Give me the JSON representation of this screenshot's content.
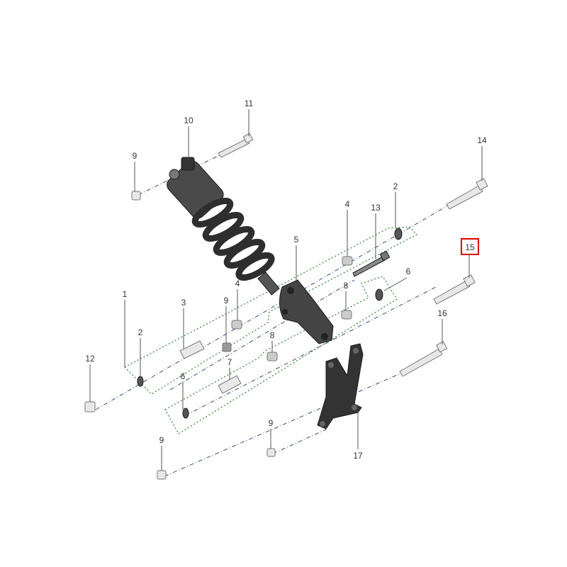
{
  "diagram": {
    "title": "Rear shock absorber and linkage exploded view",
    "highlighted_part": "15",
    "highlight_color": "#e00000",
    "callouts": [
      {
        "id": "c11",
        "label": "11"
      },
      {
        "id": "c10",
        "label": "10"
      },
      {
        "id": "c9a",
        "label": "9"
      },
      {
        "id": "c14",
        "label": "14"
      },
      {
        "id": "c2a",
        "label": "2"
      },
      {
        "id": "c4a",
        "label": "4"
      },
      {
        "id": "c13",
        "label": "13"
      },
      {
        "id": "c5",
        "label": "5"
      },
      {
        "id": "c15",
        "label": "15"
      },
      {
        "id": "c6a",
        "label": "6"
      },
      {
        "id": "c4b",
        "label": "4"
      },
      {
        "id": "c8a",
        "label": "8"
      },
      {
        "id": "c1",
        "label": "1"
      },
      {
        "id": "c3",
        "label": "3"
      },
      {
        "id": "c9b",
        "label": "9"
      },
      {
        "id": "c2b",
        "label": "2"
      },
      {
        "id": "c16",
        "label": "16"
      },
      {
        "id": "c8b",
        "label": "8"
      },
      {
        "id": "c7",
        "label": "7"
      },
      {
        "id": "c6b",
        "label": "6"
      },
      {
        "id": "c12",
        "label": "12"
      },
      {
        "id": "c9c",
        "label": "9"
      },
      {
        "id": "c17",
        "label": "17"
      },
      {
        "id": "c9d",
        "label": "9"
      }
    ]
  }
}
